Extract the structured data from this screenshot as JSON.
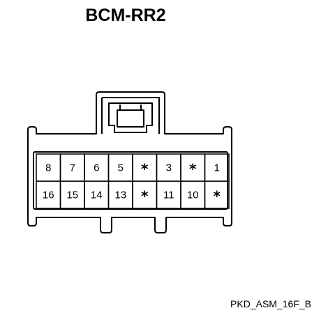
{
  "title": "BCM-RR2",
  "caption": "PKD_ASM_16F_B",
  "pins": {
    "top": [
      "8",
      "7",
      "6",
      "5",
      "*",
      "3",
      "*",
      "1"
    ],
    "bottom": [
      "16",
      "15",
      "14",
      "13",
      "*",
      "11",
      "10",
      "*"
    ]
  }
}
